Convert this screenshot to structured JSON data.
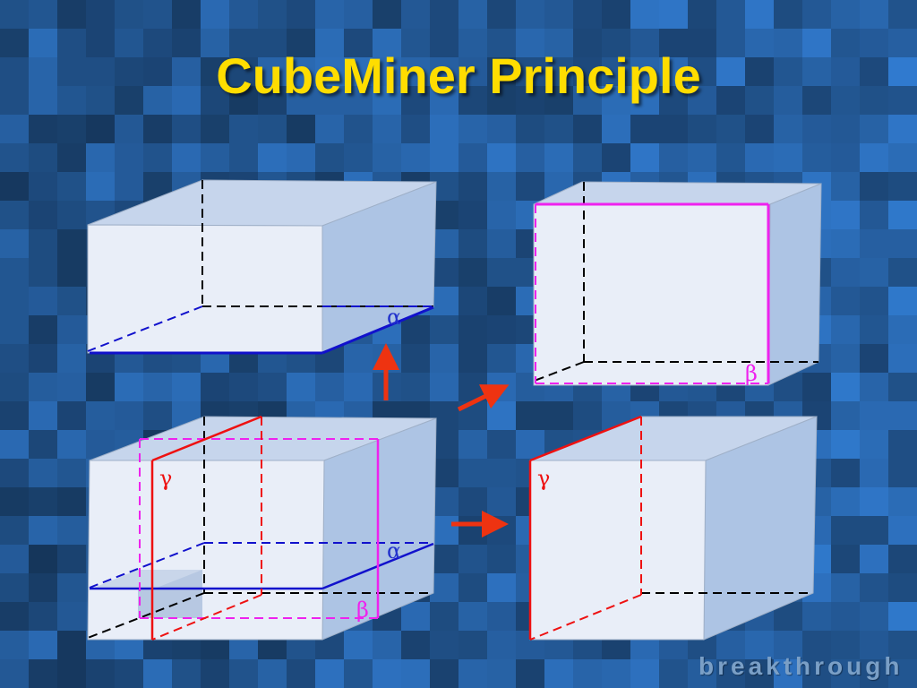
{
  "slide": {
    "title": "CubeMiner Principle",
    "brand": "breakthrough"
  },
  "labels": {
    "alpha": "α",
    "beta": "β",
    "gamma": "γ"
  },
  "colors": {
    "background": "#1f5a94",
    "title": "#ffdd00",
    "cube_front": "#e9eef8",
    "cube_side": "#adc4e4",
    "cube_top": "#c6d5ec",
    "alpha_plane": "#1111cc",
    "beta_plane": "#ee22ee",
    "gamma_plane": "#ee1111",
    "arrow": "#ee3311"
  }
}
